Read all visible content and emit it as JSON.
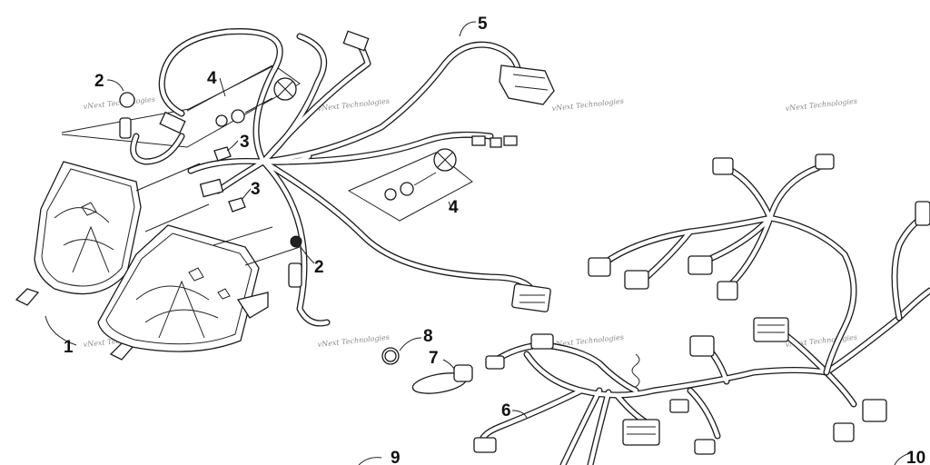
{
  "callouts": [
    {
      "id": "1",
      "label": "1"
    },
    {
      "id": "2a",
      "label": "2"
    },
    {
      "id": "2b",
      "label": "2"
    },
    {
      "id": "3a",
      "label": "3"
    },
    {
      "id": "3b",
      "label": "3"
    },
    {
      "id": "4a",
      "label": "4"
    },
    {
      "id": "4b",
      "label": "4"
    },
    {
      "id": "5",
      "label": "5"
    },
    {
      "id": "6",
      "label": "6"
    },
    {
      "id": "7",
      "label": "7"
    },
    {
      "id": "8",
      "label": "8"
    },
    {
      "id": "9",
      "label": "9"
    },
    {
      "id": "10",
      "label": "10"
    }
  ],
  "watermark": "vNext Technologies"
}
